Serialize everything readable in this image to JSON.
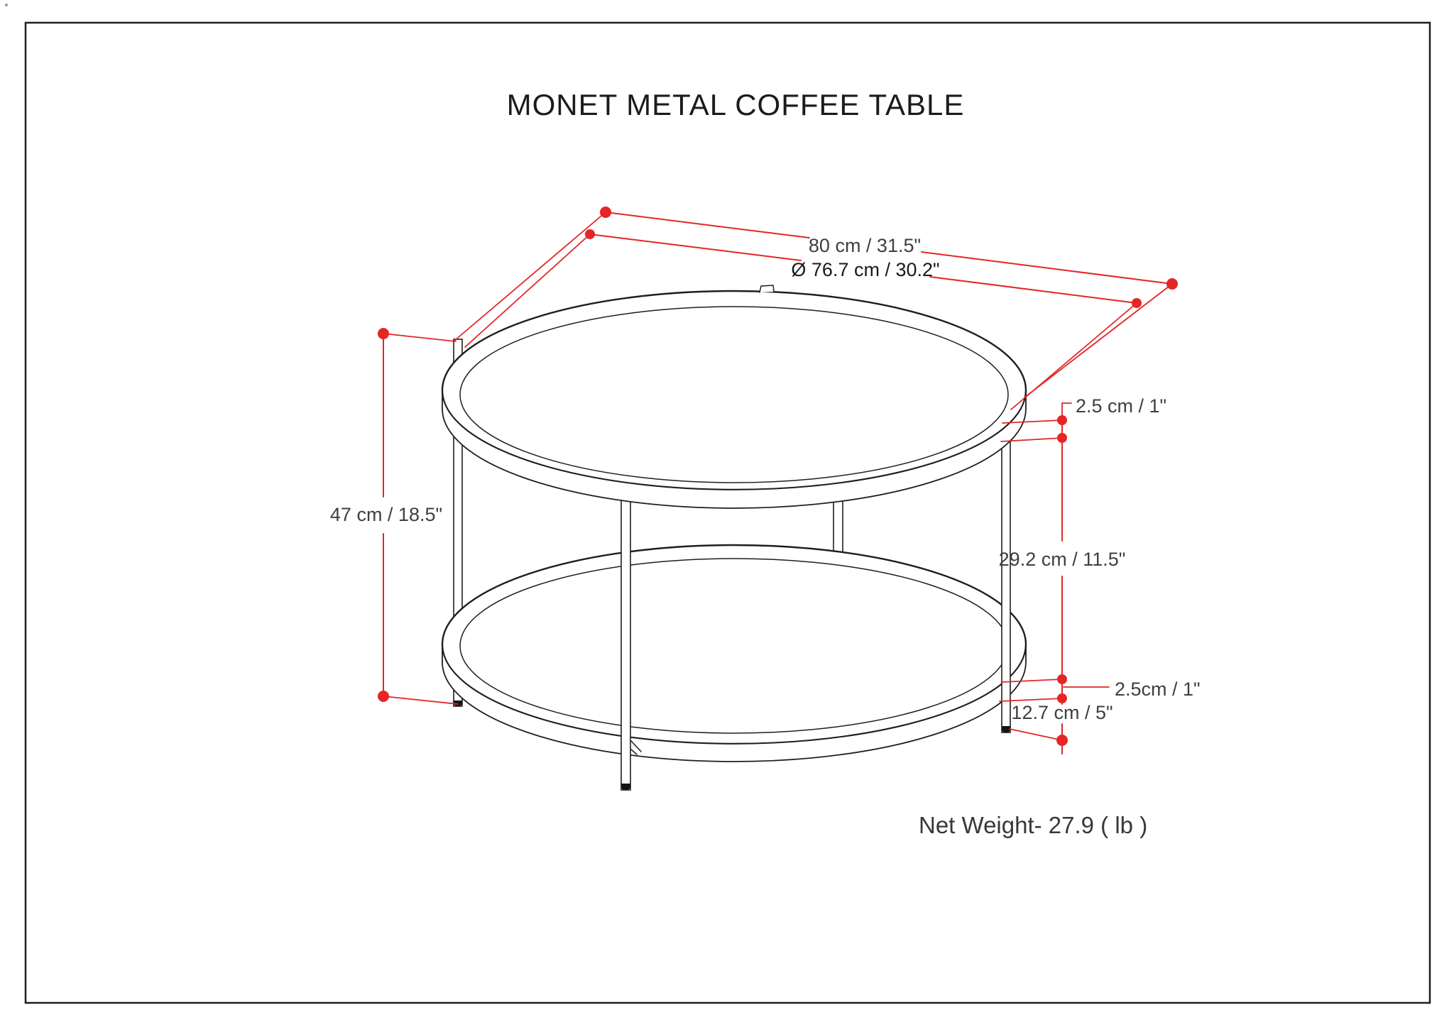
{
  "title": "MONET METAL COFFEE TABLE",
  "net_weight": "Net Weight- 27.9 ( lb )",
  "product": {
    "type": "round two-tier metal coffee table line drawing"
  },
  "colors": {
    "dimension_red": "#e32626",
    "drawing_black": "#1e1e1e",
    "label_gray": "#3f3f3f",
    "background": "#ffffff"
  },
  "dimensions": {
    "overall_width": {
      "label": "80 cm / 31.5\""
    },
    "top_diameter": {
      "label": "Ø 76.7 cm / 30.2\""
    },
    "overall_height": {
      "label": "47 cm / 18.5\""
    },
    "top_thickness": {
      "label": "2.5 cm / 1\""
    },
    "top_to_shelf": {
      "label": "29.2 cm / 11.5\""
    },
    "shelf_thickness": {
      "label": "2.5cm / 1\""
    },
    "floor_clearance": {
      "label": "12.7 cm / 5\""
    }
  }
}
